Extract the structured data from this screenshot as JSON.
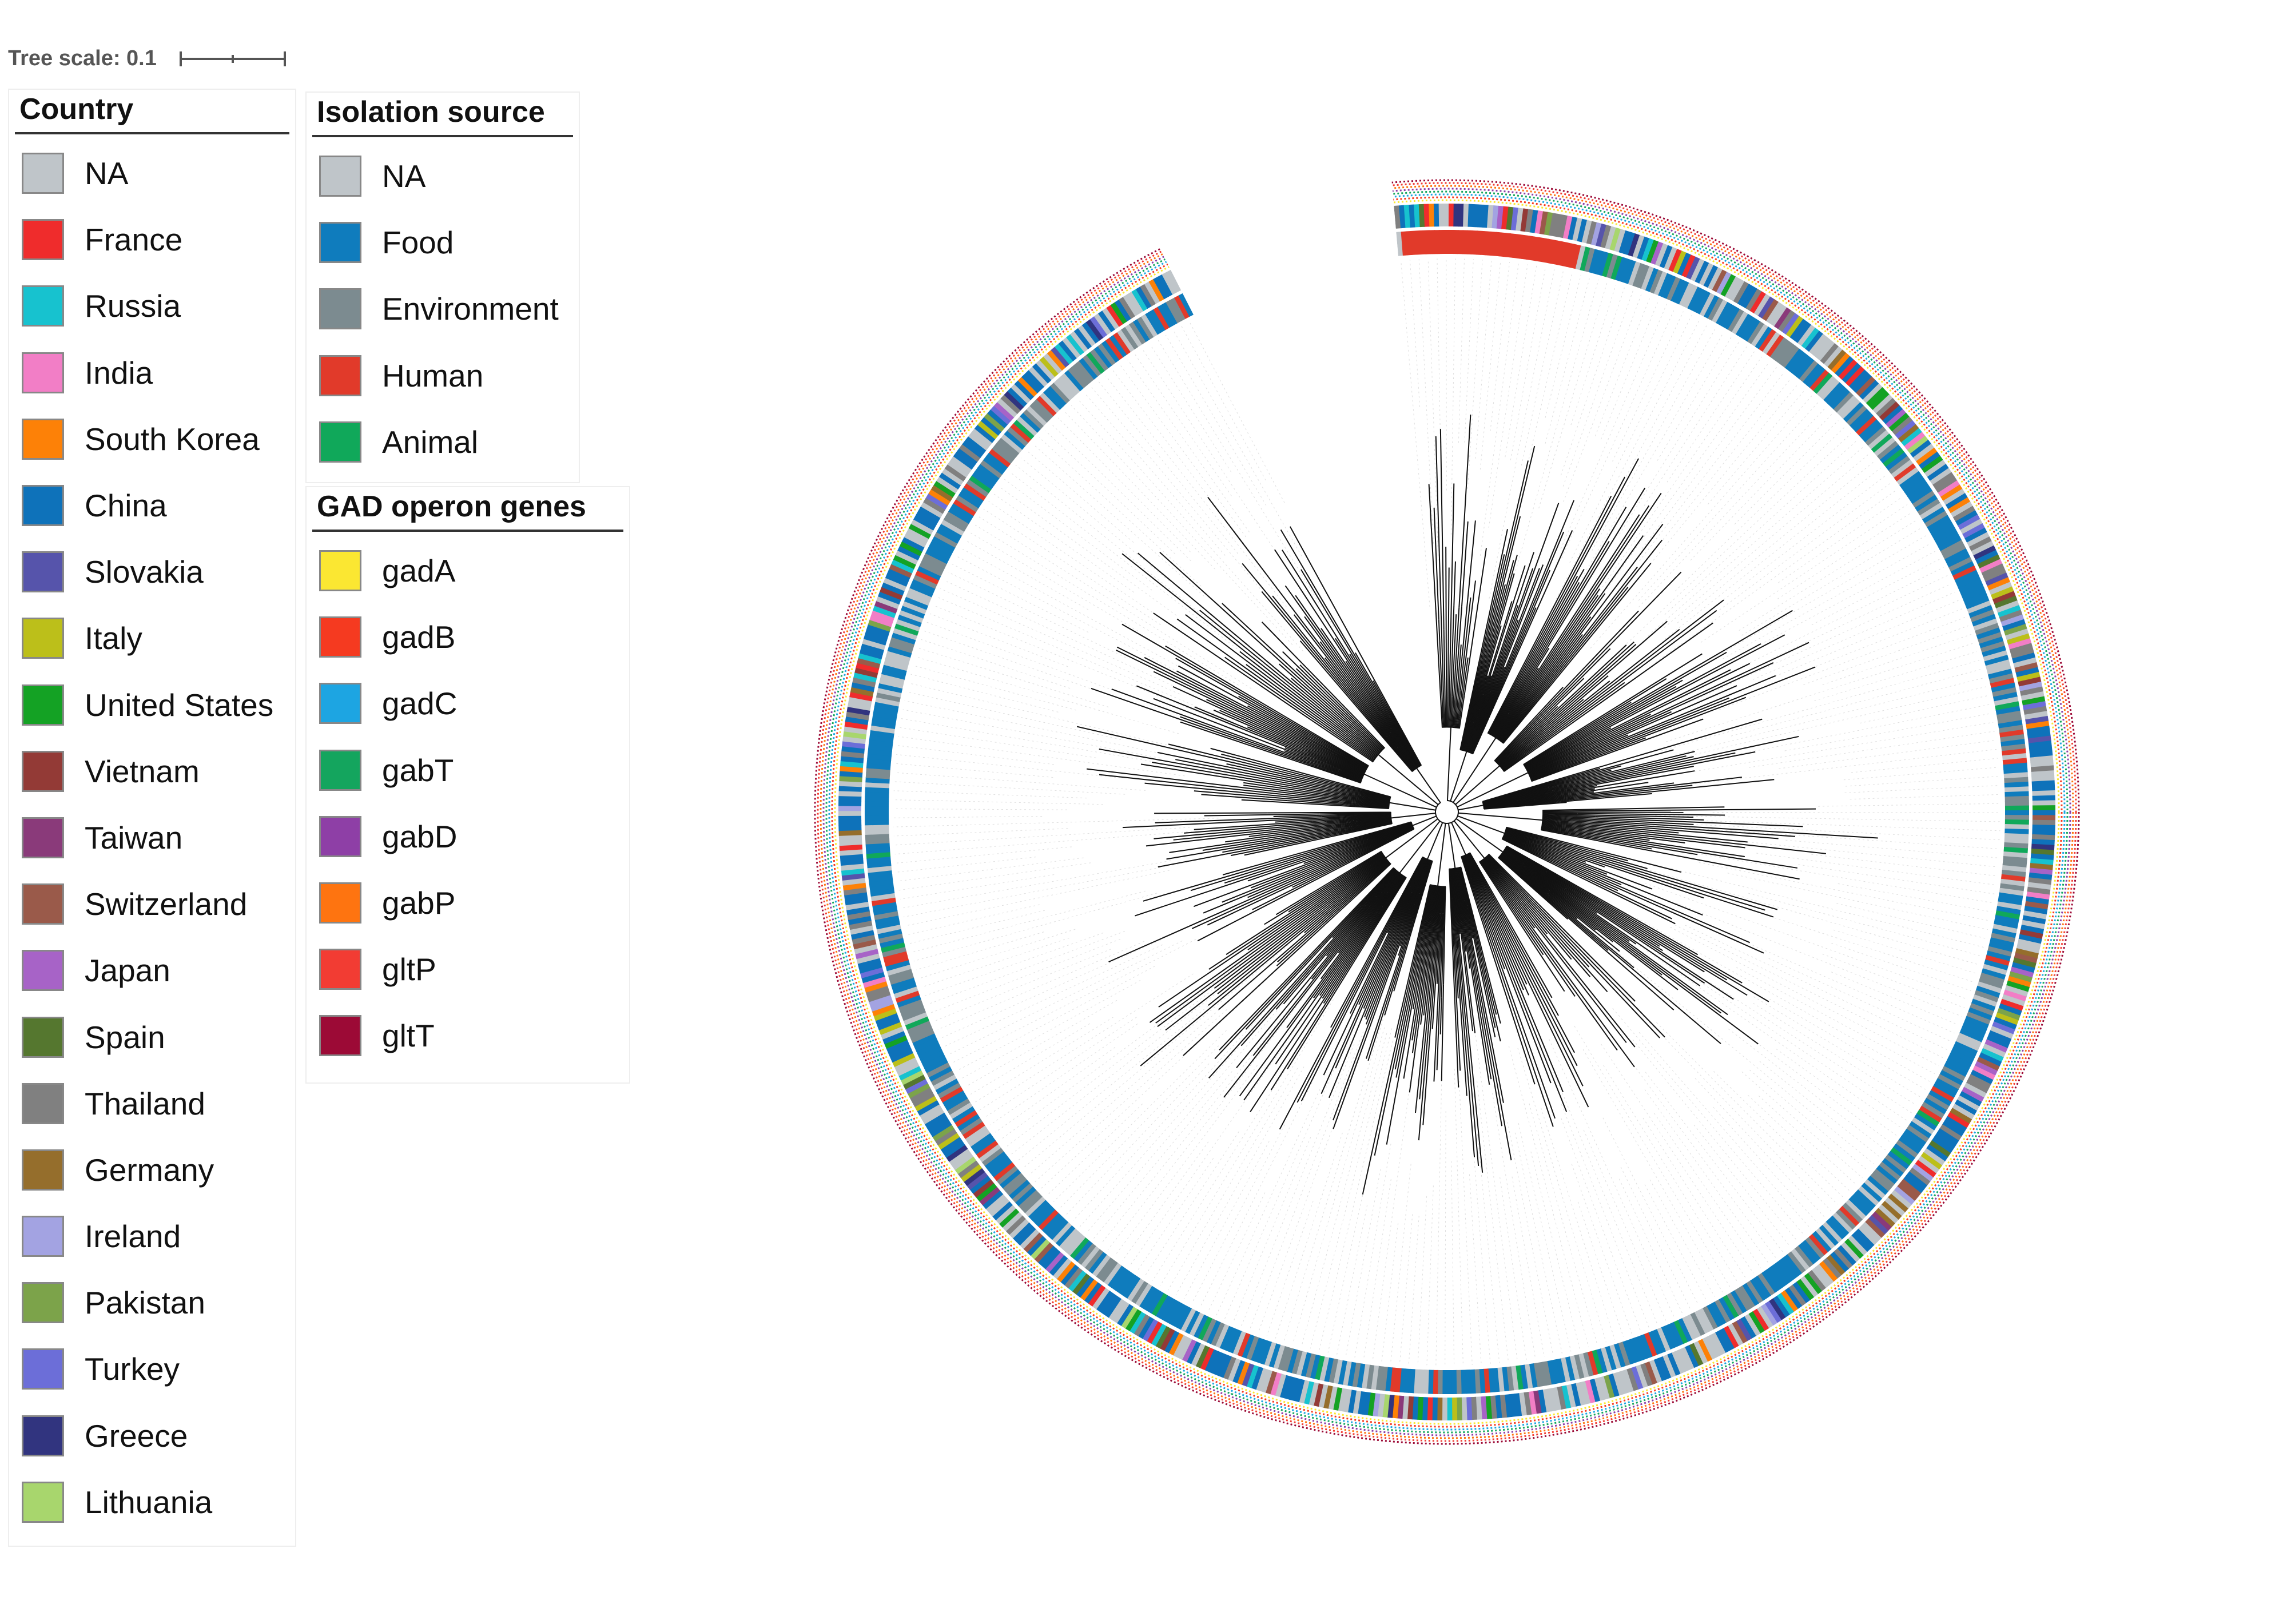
{
  "tree_scale": {
    "label": "Tree scale: 0.1"
  },
  "legends": {
    "country": {
      "title": "Country",
      "items": [
        {
          "label": "NA",
          "color": "#bfc5c9"
        },
        {
          "label": "France",
          "color": "#ef2c2c"
        },
        {
          "label": "Russia",
          "color": "#17c2cf"
        },
        {
          "label": "India",
          "color": "#f27ec6"
        },
        {
          "label": "South Korea",
          "color": "#fd8107"
        },
        {
          "label": "China",
          "color": "#0e72ba"
        },
        {
          "label": "Slovakia",
          "color": "#5654ab"
        },
        {
          "label": "Italy",
          "color": "#bcbf1a"
        },
        {
          "label": "United States",
          "color": "#14a224"
        },
        {
          "label": "Vietnam",
          "color": "#933a36"
        },
        {
          "label": "Taiwan",
          "color": "#8a3a7a"
        },
        {
          "label": "Switzerland",
          "color": "#9a5a4a"
        },
        {
          "label": "Japan",
          "color": "#a763c7"
        },
        {
          "label": "Spain",
          "color": "#55772f"
        },
        {
          "label": "Thailand",
          "color": "#808080"
        },
        {
          "label": "Germany",
          "color": "#956e2c"
        },
        {
          "label": "Ireland",
          "color": "#a3a3e2"
        },
        {
          "label": "Pakistan",
          "color": "#7ca34a"
        },
        {
          "label": "Turkey",
          "color": "#6c6ed8"
        },
        {
          "label": "Greece",
          "color": "#31347f"
        },
        {
          "label": "Lithuania",
          "color": "#a8d66d"
        }
      ]
    },
    "isolation_source": {
      "title": "Isolation source",
      "items": [
        {
          "label": "NA",
          "color": "#bfc5c9"
        },
        {
          "label": "Food",
          "color": "#0f7cbd"
        },
        {
          "label": "Environment",
          "color": "#7c8b90"
        },
        {
          "label": "Human",
          "color": "#e13a2a"
        },
        {
          "label": "Animal",
          "color": "#10a85a"
        }
      ]
    },
    "gad_operon_genes": {
      "title": "GAD operon genes",
      "items": [
        {
          "label": "gadA",
          "color": "#fbe732"
        },
        {
          "label": "gadB",
          "color": "#f53a20"
        },
        {
          "label": "gadC",
          "color": "#1da5e2"
        },
        {
          "label": "gabT",
          "color": "#14a55e"
        },
        {
          "label": "gabD",
          "color": "#8e3fa6"
        },
        {
          "label": "gabP",
          "color": "#fe7410"
        },
        {
          "label": "gltP",
          "color": "#f23c33"
        },
        {
          "label": "gltT",
          "color": "#9c0a36"
        }
      ]
    }
  },
  "tree": {
    "layout": "circular",
    "gap_start_deg": 243,
    "gap_end_deg": 265
  }
}
